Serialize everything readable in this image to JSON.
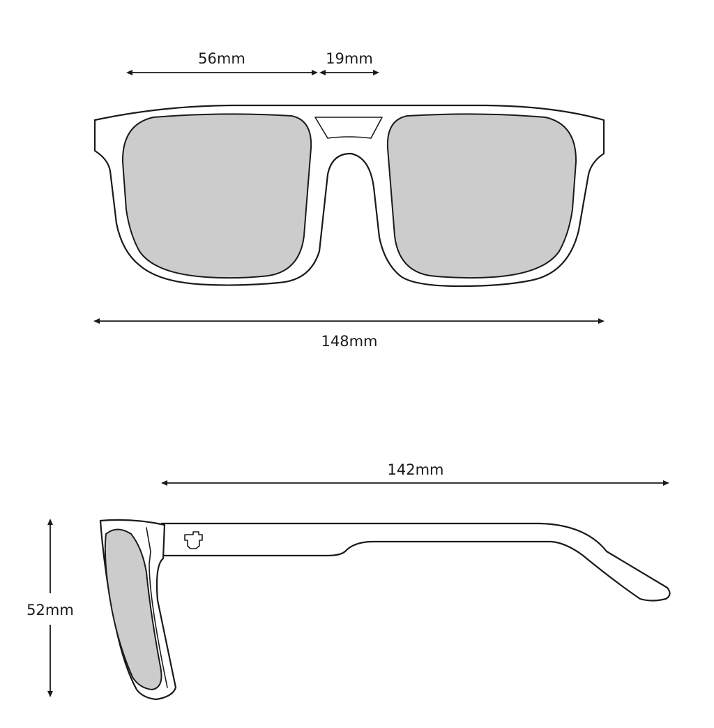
{
  "colors": {
    "line": "#1a1a1a",
    "lens": "#cccccc",
    "frame": "#ffffff"
  },
  "dimensions": {
    "lens_width": "56mm",
    "bridge_width": "19mm",
    "frame_width": "148mm",
    "temple_length": "142mm",
    "lens_height": "52mm"
  },
  "icons": {
    "temple_logo": "cross-logo-icon"
  }
}
